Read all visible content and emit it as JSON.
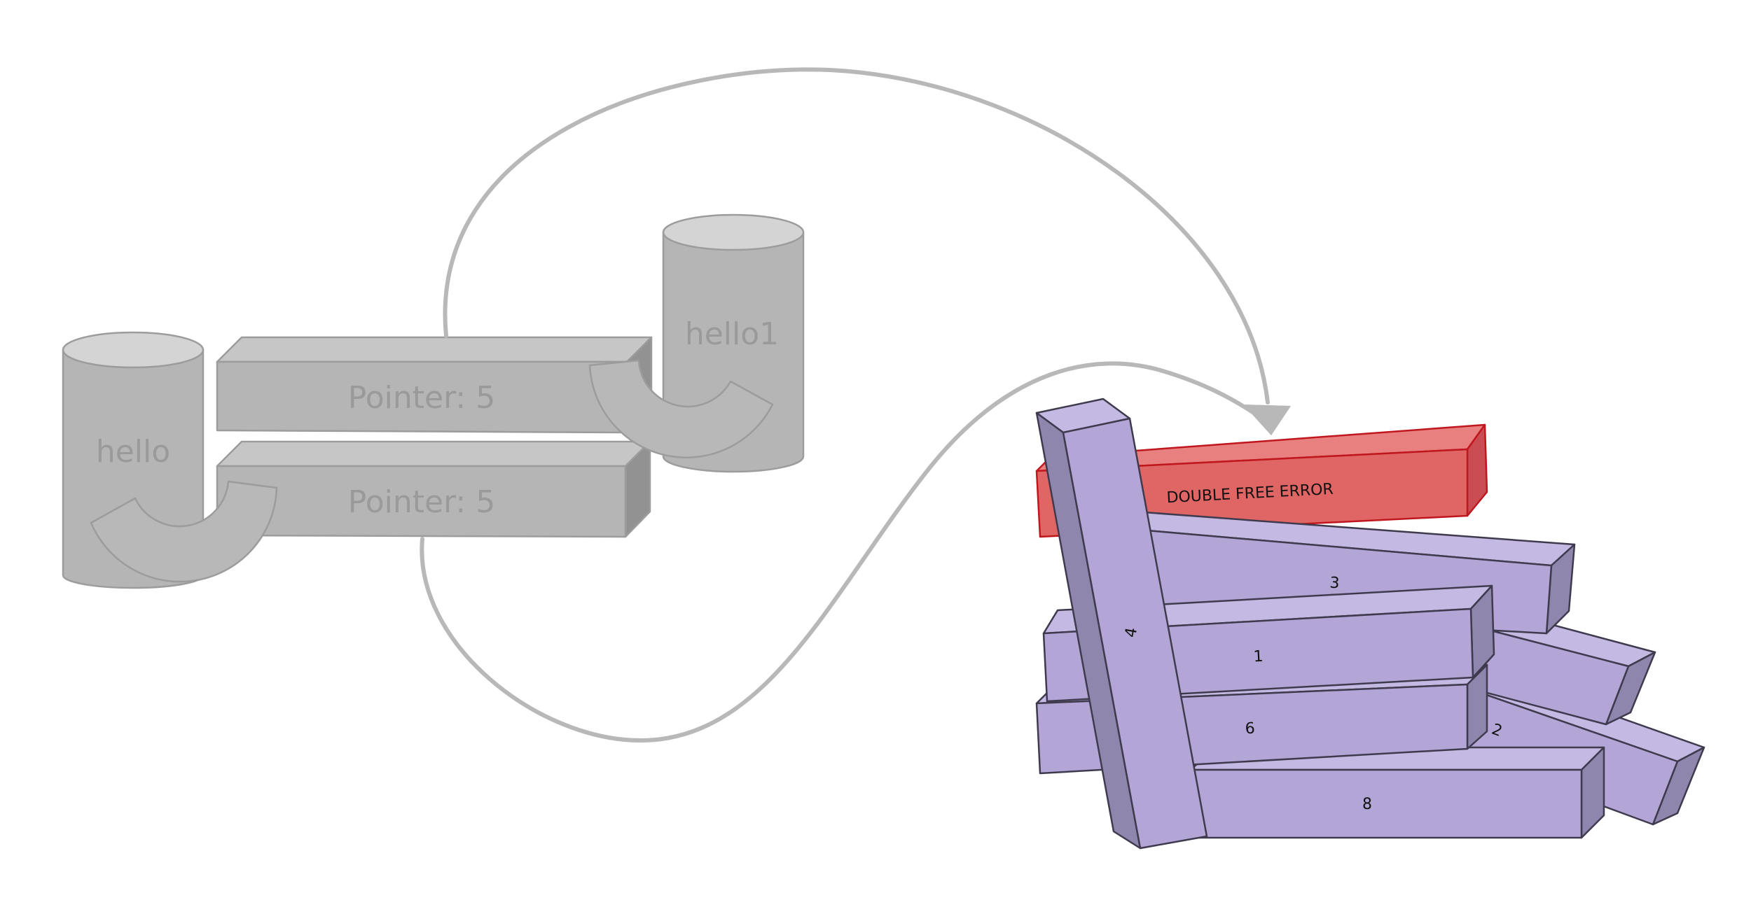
{
  "diagram": {
    "cylinders": {
      "left_label": "hello",
      "right_label": "hello1"
    },
    "pointers": {
      "upper_label": "Pointer: 5",
      "lower_label": "Pointer: 5"
    },
    "error_block": {
      "label": "DOUBLE FREE ERROR"
    },
    "heap_blocks": {
      "block_1": "1",
      "block_2": "2",
      "block_3": "3",
      "block_4": "4",
      "block_6": "6",
      "block_8": "8"
    },
    "colors": {
      "inactive_gray": "#b5b5b5",
      "heap_purple": "#b3a6d6",
      "error_red": "#e06565"
    }
  }
}
